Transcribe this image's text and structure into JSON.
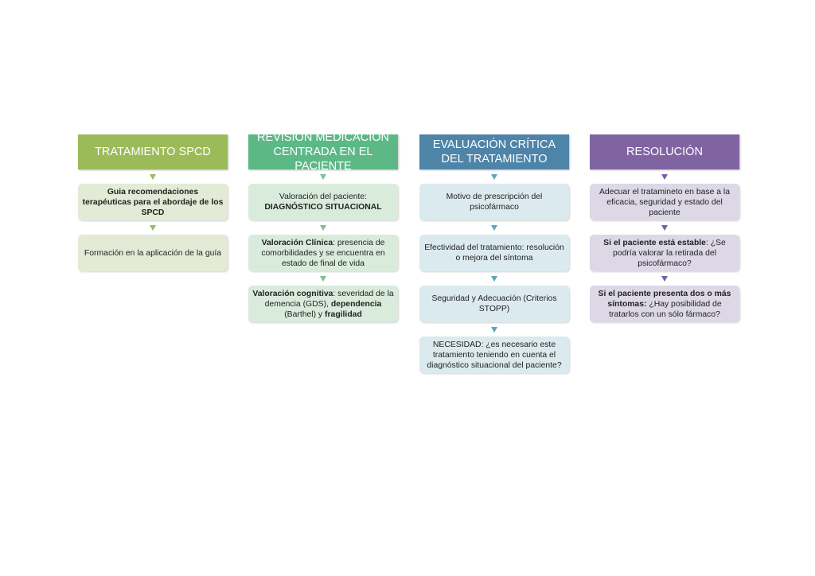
{
  "colors": {
    "col1_header": "#9bbb59",
    "col1_box": "#e3ebd6",
    "col2_header": "#5cb985",
    "col2_box": "#d9ecdc",
    "col3_header": "#4e84a8",
    "col3_box": "#dbeaee",
    "col4_header": "#8064a2",
    "col4_box": "#dcd8e6"
  },
  "columns": [
    {
      "header": "TRATAMIENTO SPCD",
      "boxes": [
        {
          "b1": "Guia recomendaciones terapéuticas para el abordaje de los SPCD"
        },
        {
          "t1": "Formación en la aplicación de la guía"
        }
      ]
    },
    {
      "header": "REVISIÓN MEDICACIÓN CENTRADA EN EL PACIENTE",
      "boxes": [
        {
          "t1": "Valoración del paciente:",
          "b1": "DIAGNÓSTICO SITUACIONAL"
        },
        {
          "b1": "Valoración Clínica",
          "t1": ": presencia de comorbilidades y se encuentra en estado de final de vida"
        },
        {
          "b1": "Valoración cognitiva",
          "t1": ": severidad de la demencia (GDS),",
          "b2": "dependencia",
          "t2": "(Barthel) y",
          "b3": "fragilidad"
        }
      ]
    },
    {
      "header": "EVALUACIÓN CRÍTICA DEL TRATAMIENTO",
      "boxes": [
        {
          "t1": "Motivo de prescripción del psicofármaco"
        },
        {
          "t1": "Efectividad del tratamiento: resolución o mejora del síntoma"
        },
        {
          "t1": "Seguridad y Adecuación (Criterios STOPP)"
        },
        {
          "t1": "NECESIDAD: ¿es necesario este tratamiento teniendo en cuenta el diagnóstico situacional del paciente?"
        }
      ]
    },
    {
      "header": "RESOLUCIÓN",
      "boxes": [
        {
          "t1": "Adecuar el tratamineto en base a la eficacia, seguridad y estado del paciente"
        },
        {
          "b1": "Si el paciente está estable",
          "t1": ": ¿Se podría valorar la retirada del psicofármaco?"
        },
        {
          "b1": "Si el paciente presenta dos o más síntomas:",
          "t1": "¿Hay posibilidad de tratarlos  con un sólo fármaco?"
        }
      ]
    }
  ]
}
